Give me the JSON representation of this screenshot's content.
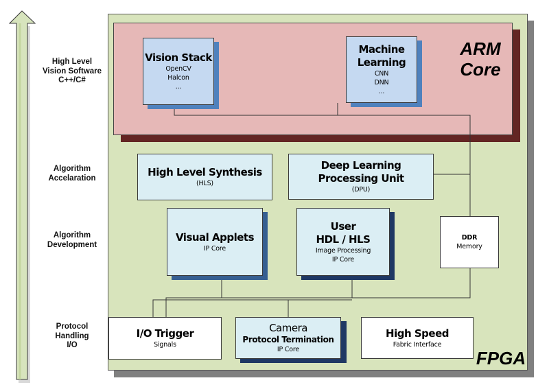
{
  "axis_arrow": {
    "icon": "up-arrow-icon",
    "levels": [
      {
        "lines": [
          "High Level",
          "Vision Software",
          "C++/C#"
        ]
      },
      {
        "lines": [
          "Algorithm",
          "Accelaration"
        ]
      },
      {
        "lines": [
          "Algorithm",
          "Development"
        ]
      },
      {
        "lines": [
          "Protocol",
          "Handling",
          "I/O"
        ]
      }
    ]
  },
  "fpga": {
    "label": "FPGA",
    "arm_core": {
      "label_lines": [
        "ARM",
        "Core"
      ],
      "vision_stack": {
        "title": "Vision Stack",
        "items": [
          "OpenCV",
          "Halcon",
          "..."
        ]
      },
      "machine_learning": {
        "title_lines": [
          "Machine",
          "Learning"
        ],
        "items": [
          "CNN",
          "DNN",
          "..."
        ]
      }
    },
    "hls": {
      "title": "High Level Synthesis",
      "subtitle": "(HLS)"
    },
    "dpu": {
      "title_lines": [
        "Deep Learning",
        "Processing Unit"
      ],
      "subtitle": "(DPU)"
    },
    "visual_applets": {
      "title": "Visual Applets",
      "subtitle": "IP Core"
    },
    "user_hdl": {
      "title_lines": [
        "User",
        "HDL / HLS"
      ],
      "subtitle_lines": [
        "Image Processing",
        "IP Core"
      ]
    },
    "ddr": {
      "title": "DDR",
      "subtitle": "Memory"
    },
    "io_trigger": {
      "title": "I/O Trigger",
      "subtitle": "Signals"
    },
    "camera": {
      "title": "Camera",
      "subtitle": "Protocol Termination",
      "detail": "IP Core"
    },
    "high_speed": {
      "title": "High Speed",
      "subtitle": "Fabric Interface"
    }
  },
  "colors": {
    "fpga_fill": "#d8e4bc",
    "fpga_shadow": "#808080",
    "arm_fill": "#e6b8b7",
    "arm_shadow": "#632523",
    "top_box_fill": "#c5d9f1",
    "top_box_shadow": "#4f81bd",
    "mid_box_fill": "#dbeef4",
    "mid_box_shadow": "#1f3864",
    "white_box": "#ffffff",
    "arrow_fill": "#d7e4bd"
  }
}
